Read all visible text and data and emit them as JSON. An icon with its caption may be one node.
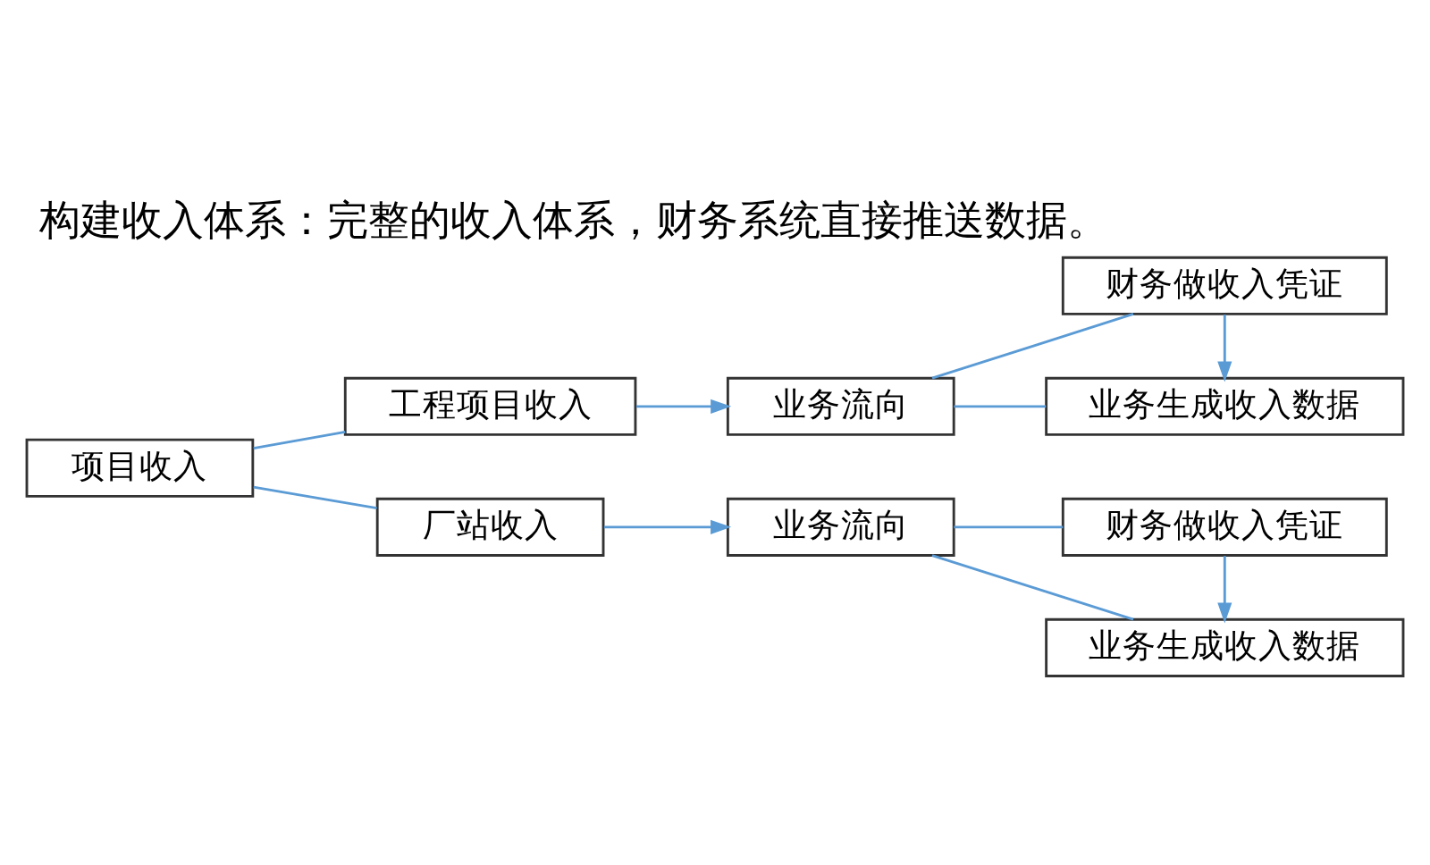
{
  "diagram": {
    "title": "构建收入体系：完整的收入体系，财务系统直接推送数据。",
    "nodes": [
      {
        "text": [
          "项目收入"
        ]
      },
      {
        "text": [
          "工程项目收入"
        ]
      },
      {
        "text": [
          "业务流向"
        ]
      },
      {
        "text": [
          "财务做收入凭证"
        ]
      },
      {
        "text": [
          "业务生成收入数据"
        ]
      },
      {
        "text": [
          "厂站收入"
        ]
      },
      {
        "text": [
          "业务流向"
        ]
      },
      {
        "text": [
          "财务做收入凭证"
        ]
      },
      {
        "text": [
          "业务生成收入数据"
        ]
      }
    ],
    "edges": [
      {
        "from": 0,
        "to": 1,
        "arrow": "none"
      },
      {
        "from": 0,
        "to": 5,
        "arrow": "none"
      },
      {
        "from": 1,
        "to": 2,
        "arrow": "to"
      },
      {
        "from": 2,
        "to": 3,
        "arrow": "none"
      },
      {
        "from": 2,
        "to": 4,
        "arrow": "none"
      },
      {
        "from": 3,
        "to": 4,
        "arrow": "to"
      },
      {
        "from": 5,
        "to": 6,
        "arrow": "to"
      },
      {
        "from": 6,
        "to": 7,
        "arrow": "none"
      },
      {
        "from": 6,
        "to": 8,
        "arrow": "none"
      },
      {
        "from": 7,
        "to": 8,
        "arrow": "to"
      }
    ]
  }
}
